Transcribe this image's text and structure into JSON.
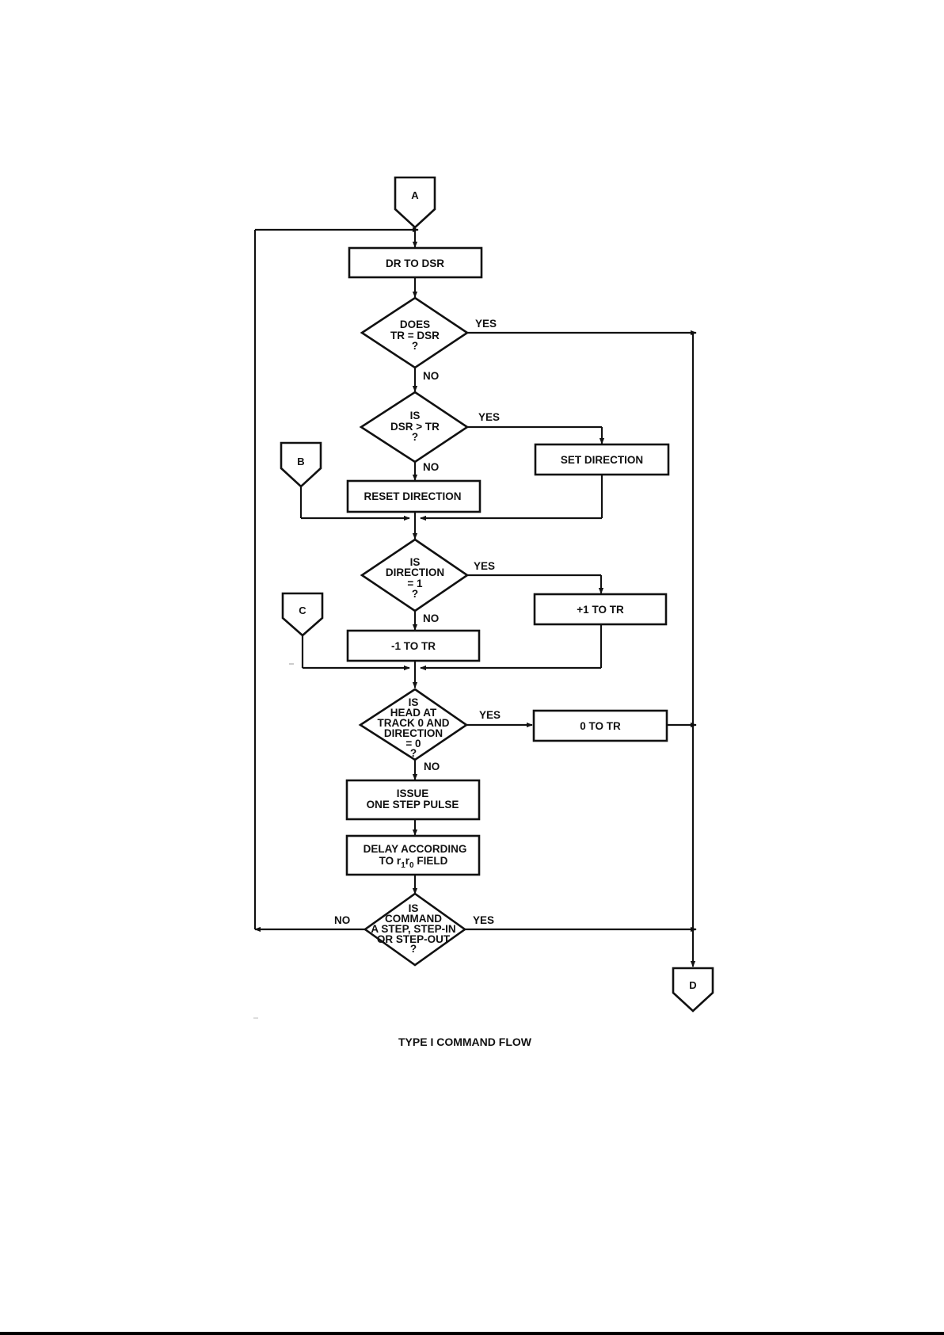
{
  "connectors": {
    "a": "A",
    "b": "B",
    "c": "C",
    "d": "D"
  },
  "boxes": {
    "dr_to_dsr": "DR TO DSR",
    "set_direction": "SET DIRECTION",
    "reset_direction": "RESET DIRECTION",
    "plus1_to_tr": "+1 TO TR",
    "minus1_to_tr": "-1 TO TR",
    "zero_to_tr": "0 TO TR",
    "issue_step": [
      "ISSUE",
      "ONE STEP PULSE"
    ],
    "delay": [
      "DELAY ACCORDING",
      "TO r",
      "1",
      "r",
      "0",
      " FIELD"
    ]
  },
  "decisions": {
    "tr_eq_dsr": [
      "DOES",
      "TR = DSR",
      "?"
    ],
    "dsr_gt_tr": [
      "IS",
      "DSR > TR",
      "?"
    ],
    "direction_eq_1": [
      "IS",
      "DIRECTION",
      "= 1",
      "?"
    ],
    "head_track0": [
      "IS",
      "HEAD AT",
      "TRACK 0 AND",
      "DIRECTION",
      "= 0",
      "?"
    ],
    "is_step_command": [
      "IS",
      "COMMAND",
      "A STEP, STEP-IN",
      "OR STEP-OUT",
      "?"
    ]
  },
  "branch_labels": {
    "yes": "YES",
    "no": "NO"
  },
  "caption": "TYPE I COMMAND FLOW"
}
